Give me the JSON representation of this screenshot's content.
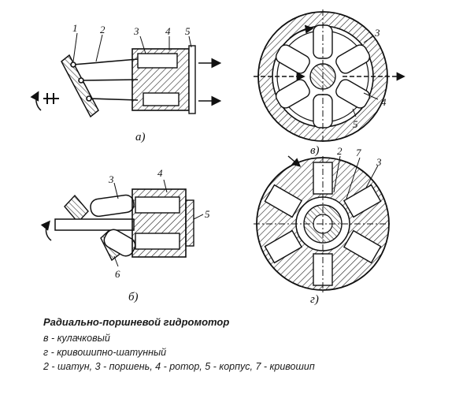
{
  "figure": {
    "views": {
      "a": {
        "caption": "а)",
        "labels": [
          "1",
          "2",
          "3",
          "4",
          "5"
        ]
      },
      "b": {
        "caption": "б)",
        "labels": [
          "3",
          "4",
          "5",
          "6"
        ]
      },
      "v": {
        "caption": "в)",
        "labels": [
          "3",
          "4",
          "5"
        ]
      },
      "g": {
        "caption": "г)",
        "labels": [
          "2",
          "7",
          "3"
        ]
      }
    }
  },
  "legend": {
    "title": "Радиально-поршневой гидромотор",
    "lines": [
      "в - кулачковый",
      "г - кривошипно-шатунный",
      "2 - шатун, 3 - поршень, 4 - ротор, 5 - корпус, 7 - кривошип"
    ]
  }
}
